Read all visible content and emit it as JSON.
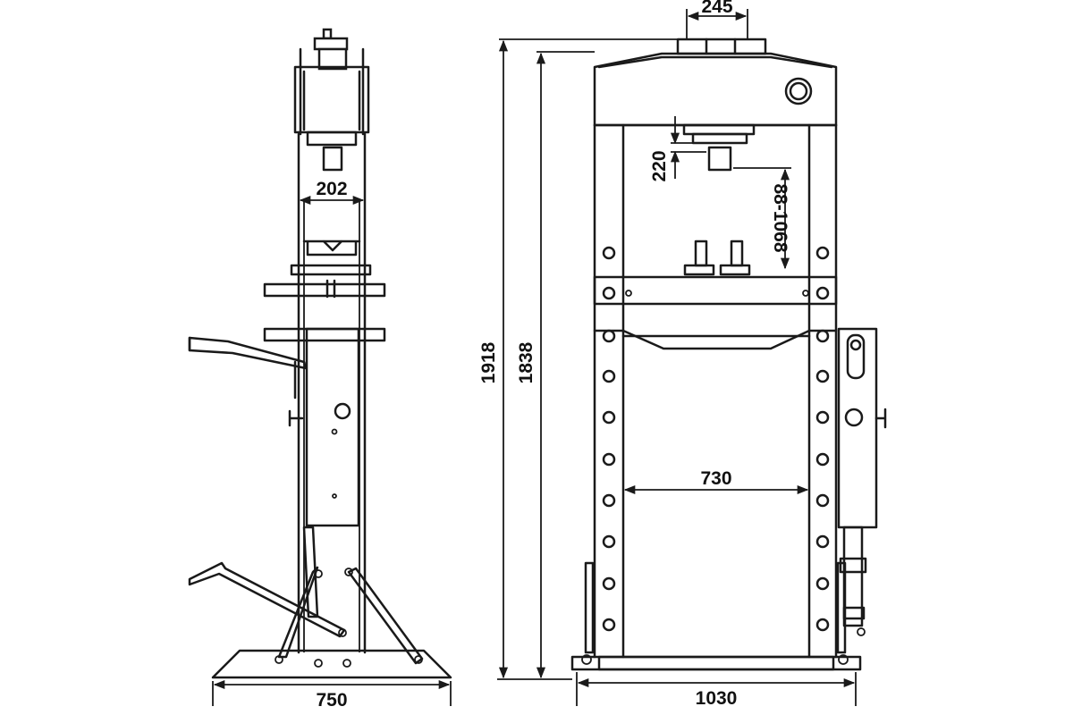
{
  "dimensions": {
    "top_width": "245",
    "ram_width": "202",
    "stroke": "220",
    "working_height": "88-1068",
    "total_height": "1918",
    "frame_height": "1838",
    "inner_width": "730",
    "base_width_side": "750",
    "base_width_front": "1030"
  }
}
